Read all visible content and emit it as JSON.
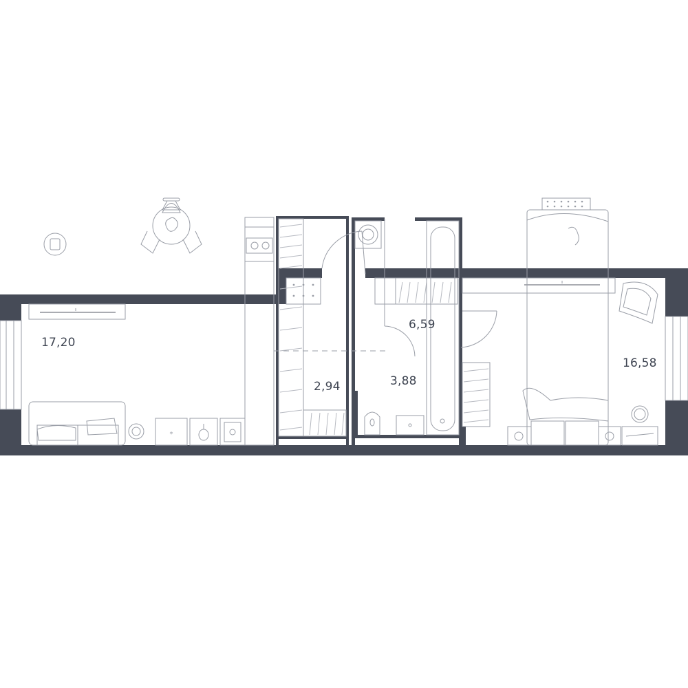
{
  "rooms": {
    "living_kitchen": {
      "area": "17,20"
    },
    "hall": {
      "area": "6,59"
    },
    "wardrobe": {
      "area": "2,94"
    },
    "bathroom": {
      "area": "3,88"
    },
    "bedroom": {
      "area": "16,58"
    }
  },
  "colors": {
    "wall": "#464b57",
    "furniture_line": "#9a9ea7",
    "label_text": "#3f4552"
  }
}
